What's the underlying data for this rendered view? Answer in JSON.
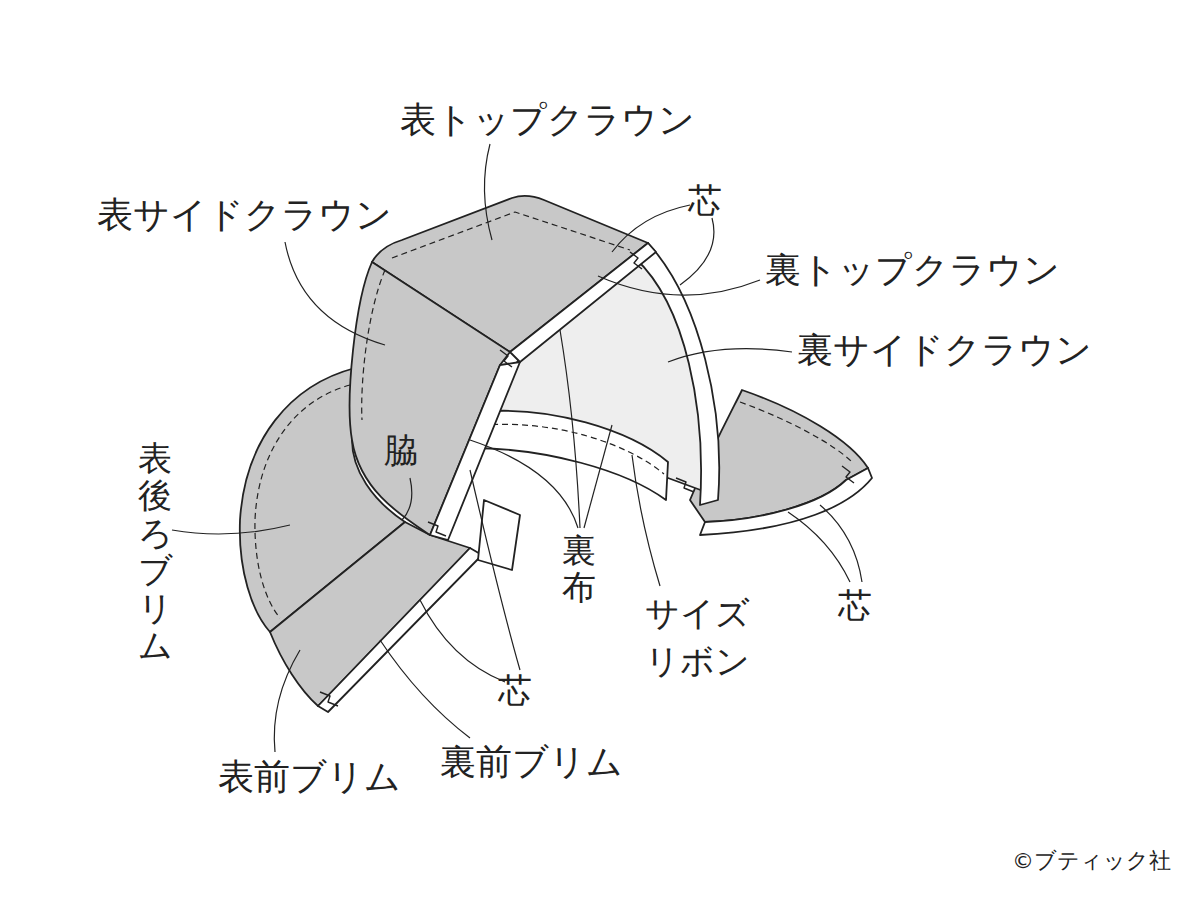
{
  "diagram": {
    "labels": [
      "表トップクラウン",
      "芯",
      "表サイドクラウン",
      "裏トップクラウン",
      "裏サイドクラウン",
      "脇",
      "表後ろブリム",
      "裏布",
      "サイズ リボン",
      "芯",
      "芯",
      "表前ブリム",
      "裏前ブリム",
      "©ブティック社"
    ]
  }
}
